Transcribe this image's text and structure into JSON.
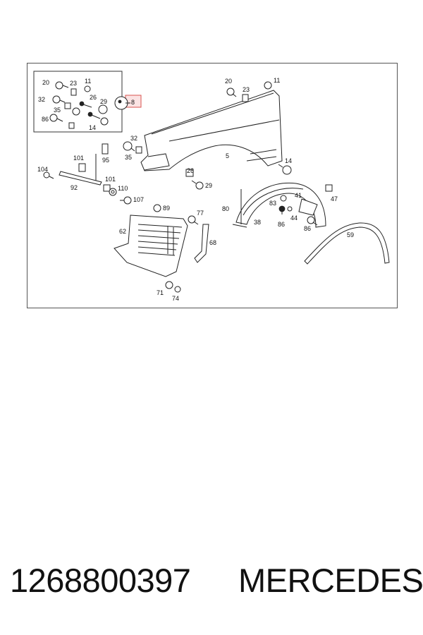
{
  "diagram": {
    "highlight_color": "#d9534f",
    "callouts": [
      {
        "id": "c20a",
        "text": "20"
      },
      {
        "id": "c23a",
        "text": "23"
      },
      {
        "id": "c11a",
        "text": "11"
      },
      {
        "id": "c32a",
        "text": "32"
      },
      {
        "id": "c26a",
        "text": "26"
      },
      {
        "id": "c29a",
        "text": "29"
      },
      {
        "id": "c35a",
        "text": "35"
      },
      {
        "id": "c86a",
        "text": "86"
      },
      {
        "id": "c14a",
        "text": "14"
      },
      {
        "id": "c8",
        "text": "8"
      },
      {
        "id": "c20b",
        "text": "20"
      },
      {
        "id": "c23b",
        "text": "23"
      },
      {
        "id": "c11b",
        "text": "11"
      },
      {
        "id": "c32b",
        "text": "32"
      },
      {
        "id": "c35b",
        "text": "35"
      },
      {
        "id": "c5",
        "text": "5"
      },
      {
        "id": "c14b",
        "text": "14"
      },
      {
        "id": "c101a",
        "text": "101"
      },
      {
        "id": "c95",
        "text": "95"
      },
      {
        "id": "c104",
        "text": "104"
      },
      {
        "id": "c26b",
        "text": "26"
      },
      {
        "id": "c29b",
        "text": "29"
      },
      {
        "id": "c101b",
        "text": "101"
      },
      {
        "id": "c92",
        "text": "92"
      },
      {
        "id": "c110",
        "text": "110"
      },
      {
        "id": "c107",
        "text": "107"
      },
      {
        "id": "c89",
        "text": "89"
      },
      {
        "id": "c77",
        "text": "77"
      },
      {
        "id": "c62",
        "text": "62"
      },
      {
        "id": "c68",
        "text": "68"
      },
      {
        "id": "c71",
        "text": "71"
      },
      {
        "id": "c74",
        "text": "74"
      },
      {
        "id": "c80",
        "text": "80"
      },
      {
        "id": "c83",
        "text": "83"
      },
      {
        "id": "c41",
        "text": "41"
      },
      {
        "id": "c47",
        "text": "47"
      },
      {
        "id": "c44",
        "text": "44"
      },
      {
        "id": "c38",
        "text": "38"
      },
      {
        "id": "c86b",
        "text": "86"
      },
      {
        "id": "c86c",
        "text": "86"
      },
      {
        "id": "c59",
        "text": "59"
      }
    ]
  },
  "footer": {
    "part_number": "1268800397",
    "brand": "MERCEDES"
  }
}
